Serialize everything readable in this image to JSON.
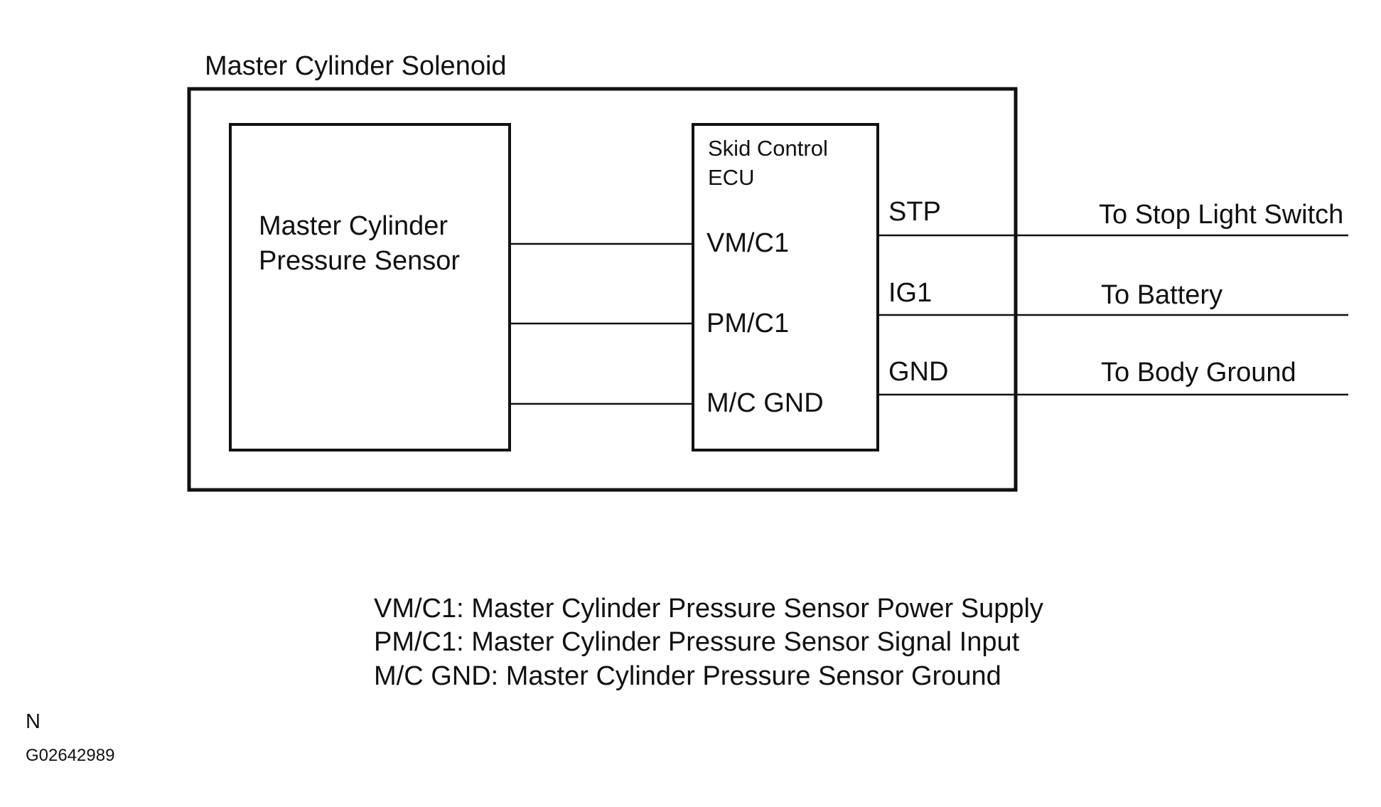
{
  "solenoid": {
    "title": "Master Cylinder Solenoid"
  },
  "sensor": {
    "label_line1": "Master Cylinder",
    "label_line2": "Pressure Sensor"
  },
  "ecu": {
    "title_line1": "Skid Control",
    "title_line2": "ECU",
    "internal_terminals": [
      "VM/C1",
      "PM/C1",
      "M/C GND"
    ],
    "external_terminals": [
      "STP",
      "IG1",
      "GND"
    ]
  },
  "external_connections": [
    "To Stop Light Switch",
    "To Battery",
    "To Body Ground"
  ],
  "legend": [
    "VM/C1: Master Cylinder Pressure Sensor Power Supply",
    "PM/C1: Master Cylinder Pressure Sensor Signal Input",
    "M/C GND: Master Cylinder Pressure Sensor Ground"
  ],
  "footer": {
    "code_letter": "N",
    "figure_id": "G02642989"
  }
}
